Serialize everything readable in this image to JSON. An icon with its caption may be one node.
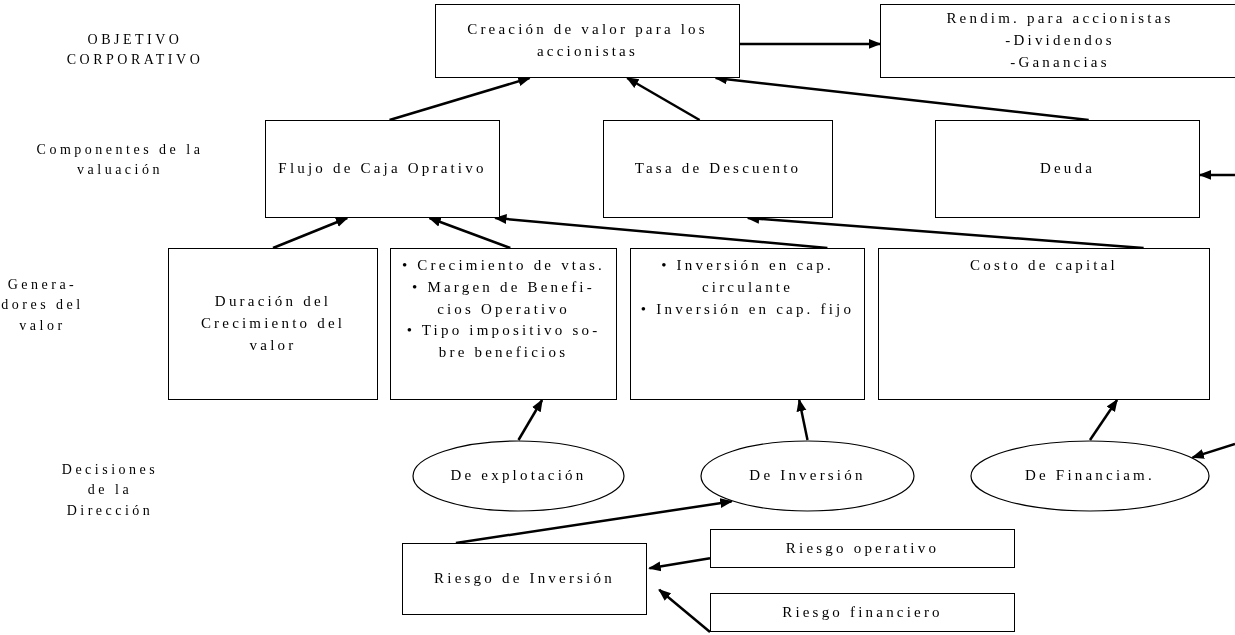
{
  "diagram": {
    "nodes": [
      {
        "text": [
          "Creación de valor para los accionistas"
        ]
      },
      {
        "text": [
          "Rendim. para accionistas",
          "-Dividendos",
          "-Ganancias"
        ]
      },
      {
        "text": [
          "Flujo de Caja Oprativo"
        ]
      },
      {
        "text": [
          "Tasa de Descuento"
        ]
      },
      {
        "text": [
          "Deuda"
        ]
      },
      {
        "text": [
          "Duración del Crecimiento del valor"
        ]
      },
      {
        "text": [
          "• Crecimiento de vtas.",
          "• Margen de Benefi- cios Operativo",
          "• Tipo impositivo so- bre beneficios"
        ]
      },
      {
        "text": [
          "• Inversión en cap. circulante",
          "• Inversión en cap. fijo"
        ]
      },
      {
        "text": [
          "Costo de capital"
        ]
      },
      {
        "text": [
          "De explotación"
        ]
      },
      {
        "text": [
          "De Inversión"
        ]
      },
      {
        "text": [
          "De Financiam."
        ]
      },
      {
        "text": [
          "Riesgo de Inversión"
        ]
      },
      {
        "text": [
          "Riesgo operativo"
        ]
      },
      {
        "text": [
          "Riesgo financiero"
        ]
      }
    ],
    "edges": [
      {
        "from": 0,
        "to": 1,
        "arrow": "to"
      },
      {
        "from": 2,
        "to": 0,
        "arrow": "to"
      },
      {
        "from": 3,
        "to": 0,
        "arrow": "to"
      },
      {
        "from": 4,
        "to": 0,
        "arrow": "to"
      },
      {
        "from": null,
        "to": 4,
        "arrow": "to"
      },
      {
        "from": 5,
        "to": 2,
        "arrow": "to"
      },
      {
        "from": 6,
        "to": 2,
        "arrow": "to"
      },
      {
        "from": 7,
        "to": 2,
        "arrow": "to"
      },
      {
        "from": 8,
        "to": 3,
        "arrow": "to"
      },
      {
        "from": 9,
        "to": 6,
        "arrow": "to"
      },
      {
        "from": 10,
        "to": 7,
        "arrow": "to"
      },
      {
        "from": 11,
        "to": 8,
        "arrow": "to"
      },
      {
        "from": null,
        "to": 11,
        "arrow": "to"
      },
      {
        "from": 12,
        "to": 10,
        "arrow": "to"
      },
      {
        "from": 13,
        "to": 12,
        "arrow": "to"
      },
      {
        "from": 14,
        "to": 12,
        "arrow": "to"
      }
    ],
    "labels": [
      "OBJETIVO CORPORATIVO",
      "Componentes de la valuación",
      "Genera- dores del valor",
      "Decisiones de la Dirección"
    ]
  }
}
